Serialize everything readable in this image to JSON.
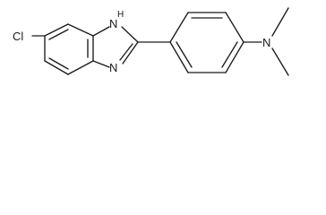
{
  "molecule": {
    "atoms": {
      "chlorine": "Cl",
      "nh_nitrogen": "N",
      "nh_hydrogen": "H",
      "imine_nitrogen": "N",
      "amine_nitrogen": "N"
    }
  }
}
